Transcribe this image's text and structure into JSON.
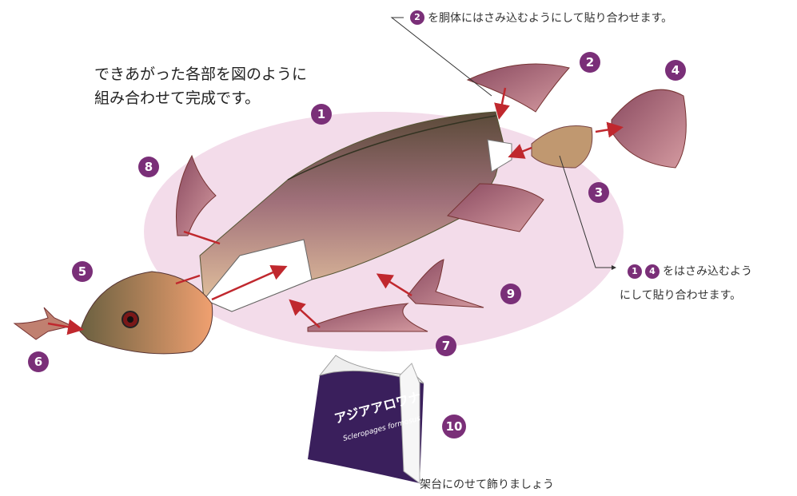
{
  "intro_text": [
    "できあがった各部を図のように",
    "組み合わせて完成です。"
  ],
  "notes": {
    "tuck_2": {
      "ref": "2",
      "text": "を胴体にはさみ込むようにして貼り合わせます。"
    },
    "tuck_1_4": {
      "refs": [
        "1",
        "4"
      ],
      "text_line1": "をはさみ込むよう",
      "text_line2": "にして貼り合わせます。"
    },
    "stand": "架台にのせて飾りましょう"
  },
  "part_numbers": [
    "1",
    "2",
    "3",
    "4",
    "5",
    "6",
    "7",
    "8",
    "9",
    "10"
  ],
  "stand_box": {
    "title_jp": "アジアアロワナ",
    "title_latin": "Scleropages formosus"
  },
  "colors": {
    "badge": "#7a2f78",
    "arrow": "#c0282e",
    "halo": "#f3dcea",
    "box": "#3a1f5c"
  }
}
